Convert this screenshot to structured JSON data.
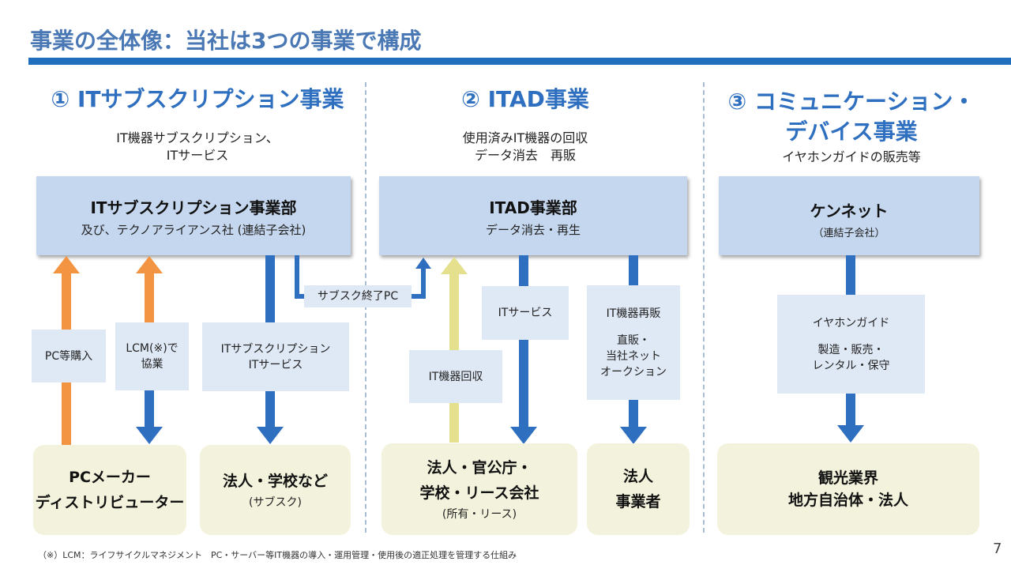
{
  "page": {
    "title": "事業の全体像：当社は3つの事業で構成",
    "page_number": "7",
    "footnote": "（※）LCM：ライフサイクルマネジメント　PC・サーバー等IT機器の導入・運用管理・使用後の適正処理を管理する仕組み"
  },
  "colors": {
    "title_text": "#4a78b5",
    "accent_rule": "#1f6fbe",
    "section_heading": "#2f6fc0",
    "department_box": "#c5d7ee",
    "label_box": "#dfe8f5",
    "customer_box": "#f3f2dc",
    "arrow_orange": "#f39443",
    "arrow_blue": "#2f6fc0",
    "arrow_yellow": "#e5e08e"
  },
  "sections": [
    {
      "heading": "① ITサブスクリプション事業",
      "subtitle_lines": [
        "IT機器サブスクリプション、",
        "ITサービス"
      ],
      "department": {
        "name": "ITサブスクリプション事業部",
        "desc": "及び、テクノアライアンス社 (連結子会社)"
      },
      "flows": [
        {
          "label": "PC等購入",
          "direction": "up",
          "color": "orange"
        },
        {
          "label_lines": [
            "LCM(※)で",
            "協業"
          ],
          "direction": "both",
          "color": "orange/blue"
        },
        {
          "label_lines": [
            "ITサブスクリプション",
            "ITサービス"
          ],
          "direction": "down",
          "color": "blue"
        }
      ],
      "customers": [
        {
          "name_lines": [
            "PCメーカー",
            "ディストリビューター"
          ]
        },
        {
          "name_lines": [
            "法人・学校など"
          ],
          "sub": "(サブスク)"
        }
      ]
    },
    {
      "heading": "② ITAD事業",
      "subtitle_lines": [
        "使用済みIT機器の回収",
        "データ消去　再販"
      ],
      "department": {
        "name": "ITAD事業部",
        "desc": "データ消去・再生"
      },
      "transfer": {
        "label": "サブスク終了PC",
        "from": "ITサブスクリプション事業部",
        "to": "ITAD事業部"
      },
      "flows": [
        {
          "label": "IT機器回収",
          "direction": "up",
          "color": "yellow"
        },
        {
          "label": "ITサービス",
          "direction": "down",
          "color": "blue"
        },
        {
          "label_lines": [
            "IT機器再販",
            "",
            "直販・",
            "当社ネット",
            "オークション"
          ],
          "direction": "down",
          "color": "blue"
        }
      ],
      "customers": [
        {
          "name_lines": [
            "法人・官公庁・",
            "学校・リース会社"
          ],
          "sub": "(所有・リース)"
        },
        {
          "name_lines": [
            "法人",
            "事業者"
          ]
        }
      ]
    },
    {
      "heading_lines": [
        "③ コミュニケーション・",
        "デバイス事業"
      ],
      "subtitle_lines": [
        "イヤホンガイドの販売等"
      ],
      "department": {
        "name": "ケンネット",
        "desc": "（連結子会社）"
      },
      "flows": [
        {
          "label_lines": [
            "イヤホンガイド",
            "",
            "製造・販売・",
            "レンタル・保守"
          ],
          "direction": "down",
          "color": "blue"
        }
      ],
      "customers": [
        {
          "name_lines": [
            "観光業界",
            "地方自治体・法人"
          ]
        }
      ]
    }
  ]
}
